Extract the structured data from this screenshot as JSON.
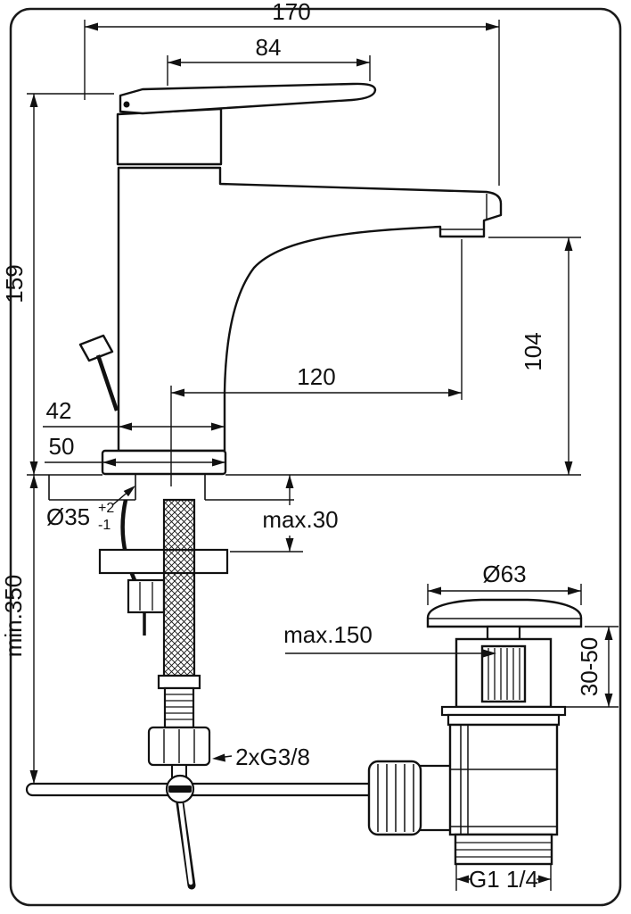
{
  "drawing": {
    "labels": {
      "total_length": "170",
      "handle_length": "84",
      "height": "159",
      "spout_height": "104",
      "spout_reach": "120",
      "body_depth": "42",
      "base_width": "50",
      "hole_dia": "Ø35",
      "hole_tol_plus": "+2",
      "hole_tol_minus": "-1",
      "deck_thickness": "max.30",
      "hose_length": "min.350",
      "waste_cap_dia": "Ø63",
      "wall_thickness": "max.150",
      "waste_deck_range": "30-50",
      "supply_thread": "2xG3/8",
      "waste_thread": "G1 1/4"
    }
  }
}
